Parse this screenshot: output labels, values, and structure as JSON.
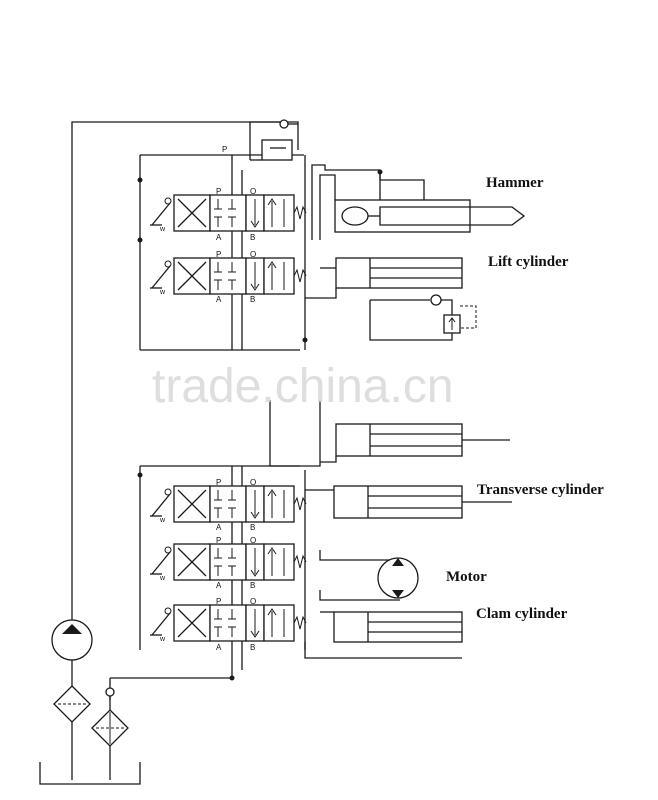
{
  "labels": {
    "hammer": "Hammer",
    "lift_cylinder": "Lift cylinder",
    "transverse_cylinder": "Transverse cylinder",
    "motor": "Motor",
    "clam_cylinder": "Clam cylinder"
  },
  "ports": {
    "p": "P",
    "a": "A",
    "b": "B",
    "o": "O"
  },
  "watermark": "trade.china.cn"
}
